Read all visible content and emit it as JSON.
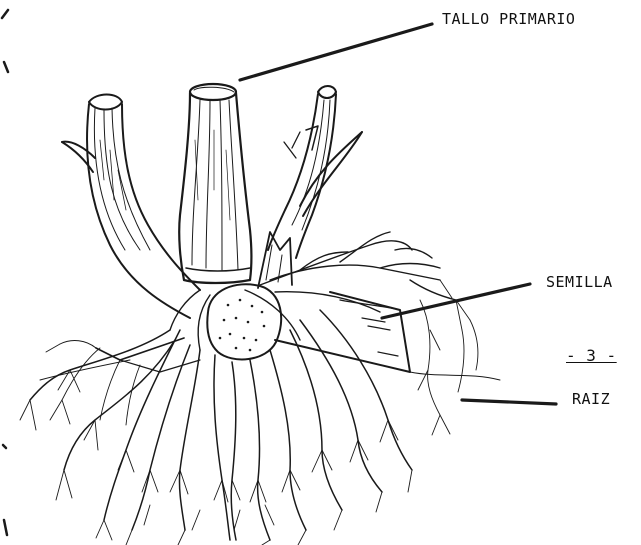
{
  "labels": {
    "primary_stem": "TALLO PRIMARIO",
    "seed": "SEMILLA",
    "root": "RAIZ",
    "figure_number": "- 3 -"
  },
  "colors": {
    "ink": "#111111",
    "paper": "#ffffff"
  }
}
